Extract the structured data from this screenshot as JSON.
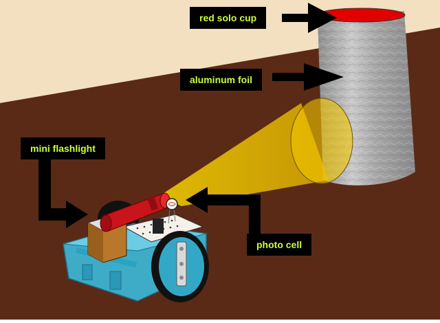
{
  "labels": {
    "cup": "red solo cup",
    "foil": "aluminum foil",
    "flashlight": "mini flashlight",
    "photo_cell": "photo cell"
  },
  "colors": {
    "floor": "#5a2a17",
    "wall": "#f3e0c0",
    "label_bg": "#000000",
    "label_text": "#c9ff3a",
    "cup_rim": "#e00000",
    "foil": "#b0b0b0",
    "light_beam": "#f2c600",
    "flashlight": "#c8141a",
    "robot_chassis": "#39c3e6",
    "battery": "#b8772a"
  },
  "icons": [
    "arrow-right-icon",
    "arrow-left-icon"
  ]
}
